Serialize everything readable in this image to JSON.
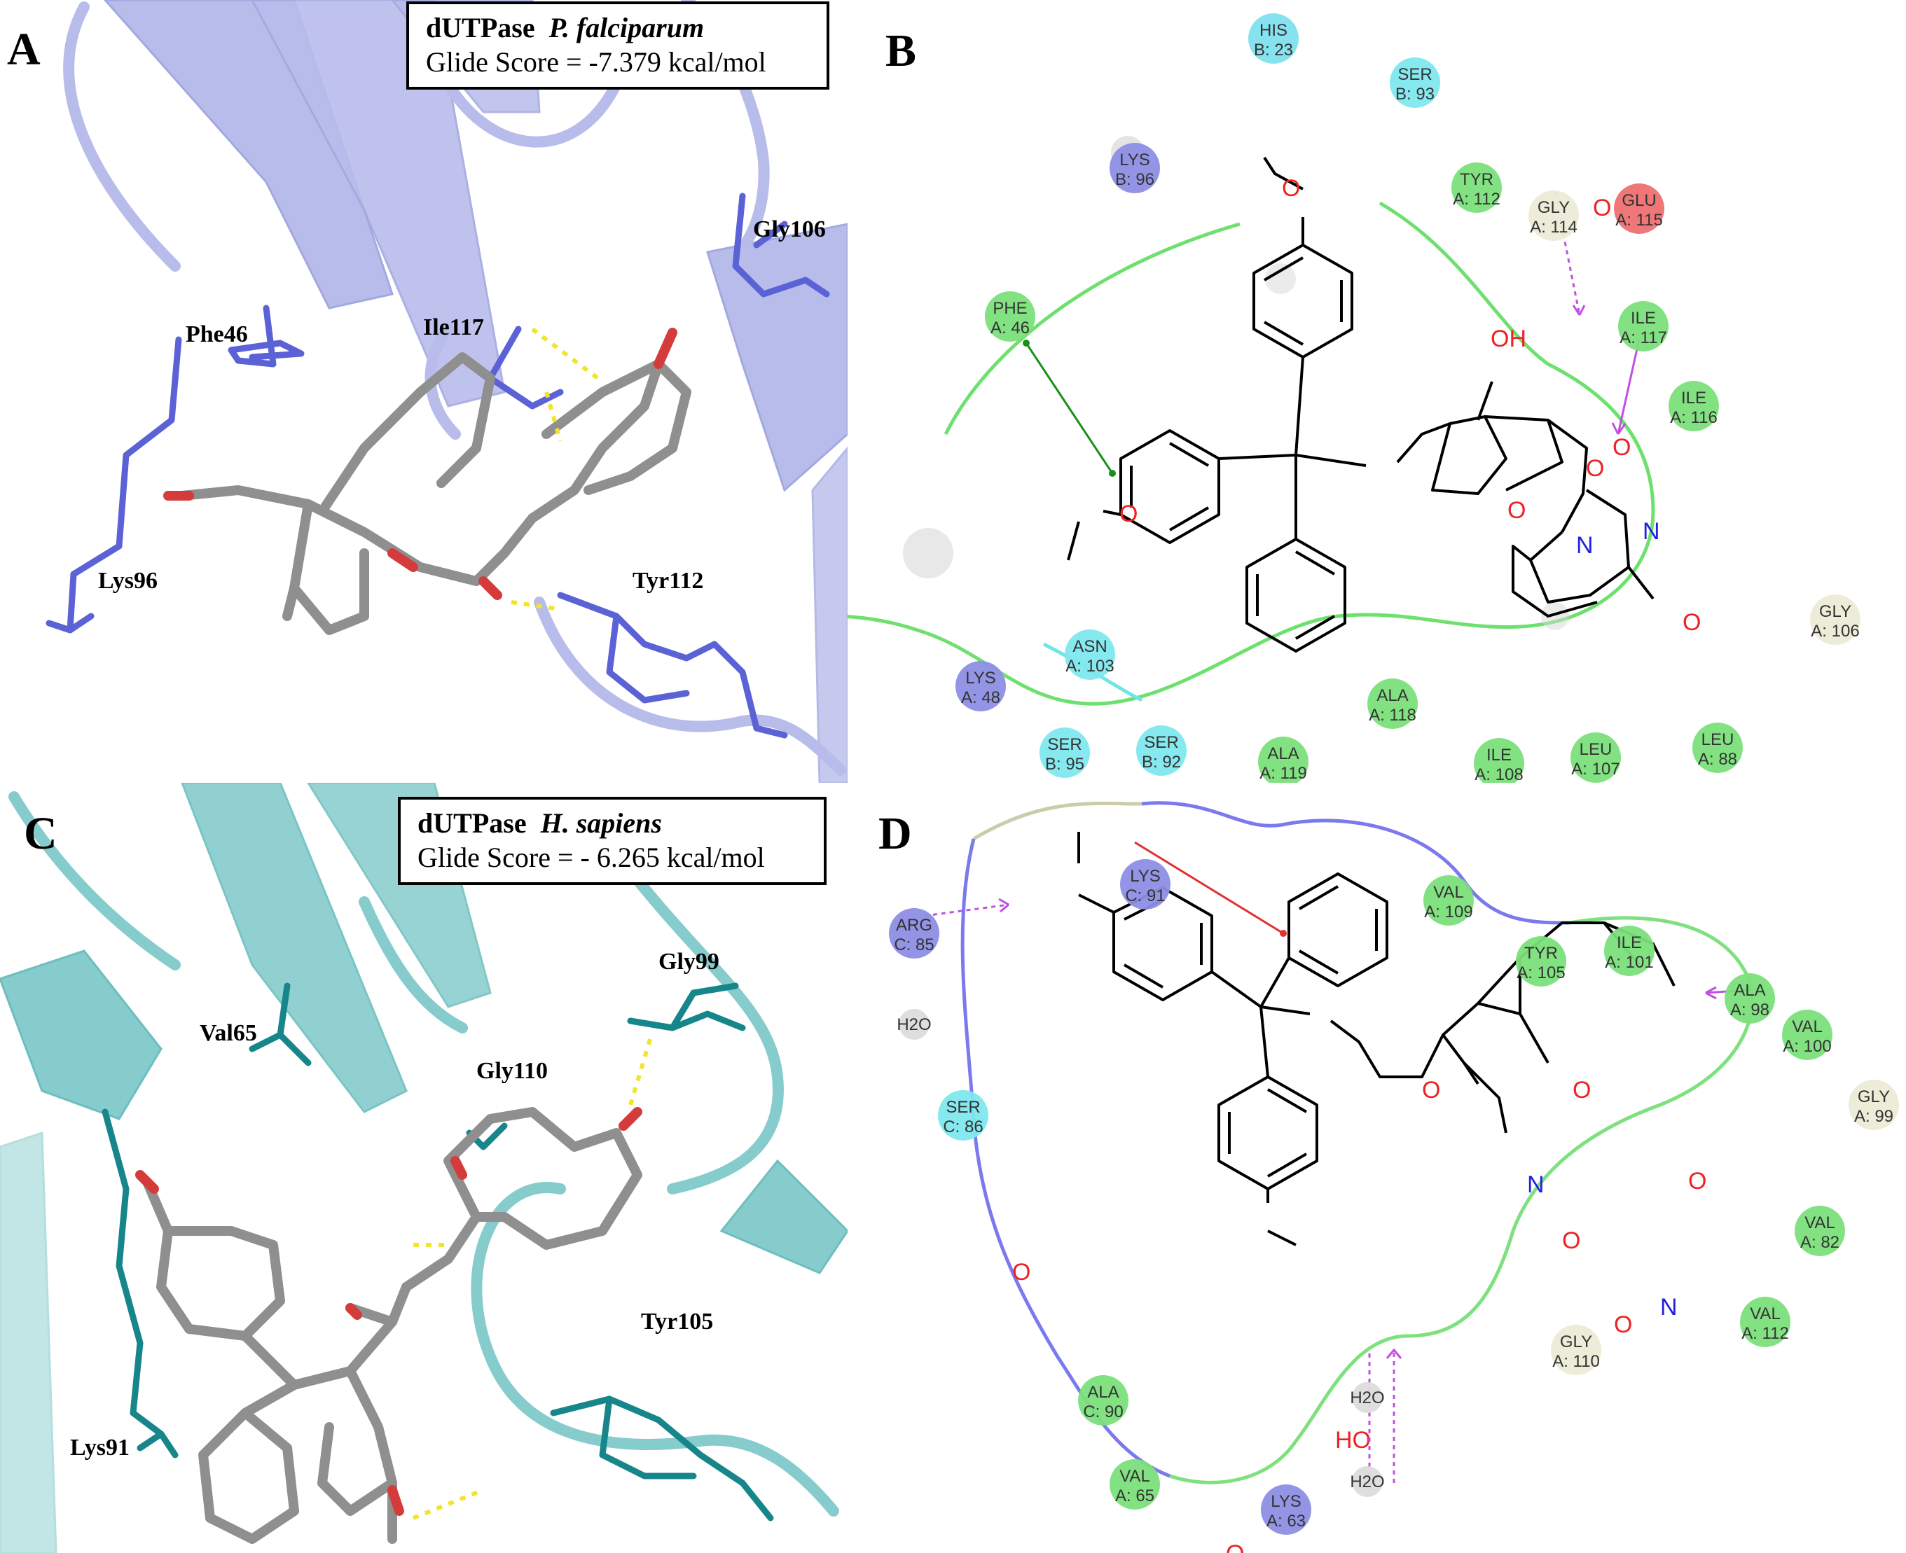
{
  "panels": {
    "A": {
      "letter": "A",
      "title_prefix": "dUTPase",
      "organism": "P. falciparum",
      "score": "Glide Score = -7.379 kcal/mol",
      "labels": {
        "gly106": "Gly106",
        "phe46": "Phe46",
        "ile117": "Ile117",
        "lys96": "Lys96",
        "tyr112": "Tyr112"
      }
    },
    "B": {
      "letter": "B",
      "atoms": {
        "oh": "OH",
        "o_ring": "O",
        "o_ether": "O",
        "o_fur": "O",
        "o_ox": "O",
        "n_link": "N",
        "n_im": "N",
        "o_carb": "O",
        "o_me1": "O",
        "o_me2": "O"
      },
      "residues": [
        {
          "name": "HIS",
          "id": "B: 23",
          "type": "pos"
        },
        {
          "name": "SER",
          "id": "B: 93",
          "type": "polar"
        },
        {
          "name": "LYS",
          "id": "B: 96",
          "type": "pos2"
        },
        {
          "name": "TYR",
          "id": "A: 112",
          "type": "hyd"
        },
        {
          "name": "GLY",
          "id": "A: 114",
          "type": "gly"
        },
        {
          "name": "GLU",
          "id": "A: 115",
          "type": "neg"
        },
        {
          "name": "PHE",
          "id": "A: 46",
          "type": "hyd"
        },
        {
          "name": "ILE",
          "id": "A: 117",
          "type": "hyd"
        },
        {
          "name": "ILE",
          "id": "A: 116",
          "type": "hyd"
        },
        {
          "name": "GLY",
          "id": "A: 106",
          "type": "gly"
        },
        {
          "name": "ASN",
          "id": "A: 103",
          "type": "polar"
        },
        {
          "name": "LYS",
          "id": "A: 48",
          "type": "pos2"
        },
        {
          "name": "ALA",
          "id": "A: 118",
          "type": "hyd"
        },
        {
          "name": "SER",
          "id": "B: 95",
          "type": "polar"
        },
        {
          "name": "SER",
          "id": "B: 92",
          "type": "polar"
        },
        {
          "name": "ALA",
          "id": "A: 119",
          "type": "hyd"
        },
        {
          "name": "ILE",
          "id": "A: 108",
          "type": "hyd"
        },
        {
          "name": "LEU",
          "id": "A: 107",
          "type": "hyd"
        },
        {
          "name": "LEU",
          "id": "A: 88",
          "type": "hyd"
        }
      ]
    },
    "C": {
      "letter": "C",
      "title_prefix": "dUTPase",
      "organism": "H. sapiens",
      "score": "Glide Score = - 6.265 kcal/mol",
      "labels": {
        "val65": "Val65",
        "gly99": "Gly99",
        "gly110": "Gly110",
        "lys91": "Lys91",
        "tyr105": "Tyr105"
      }
    },
    "D": {
      "letter": "D",
      "atoms": {
        "ho": "HO",
        "o_ring": "O",
        "o_ether": "O",
        "o_fur": "O",
        "o_ox": "O",
        "n_link": "N",
        "n_im": "N",
        "o_carb": "O",
        "o_me1": "O",
        "o_me2": "O"
      },
      "residues": [
        {
          "name": "LYS",
          "id": "C: 91",
          "type": "pos2"
        },
        {
          "name": "ARG",
          "id": "C: 85",
          "type": "pos2"
        },
        {
          "name": "H2O",
          "id": "",
          "type": "water"
        },
        {
          "name": "VAL",
          "id": "A: 109",
          "type": "hyd"
        },
        {
          "name": "TYR",
          "id": "A: 105",
          "type": "hyd"
        },
        {
          "name": "ILE",
          "id": "A: 101",
          "type": "hyd"
        },
        {
          "name": "ALA",
          "id": "A: 98",
          "type": "hyd"
        },
        {
          "name": "VAL",
          "id": "A: 100",
          "type": "hyd"
        },
        {
          "name": "SER",
          "id": "C: 86",
          "type": "polar"
        },
        {
          "name": "GLY",
          "id": "A: 99",
          "type": "gly"
        },
        {
          "name": "VAL",
          "id": "A: 82",
          "type": "hyd"
        },
        {
          "name": "VAL",
          "id": "A: 112",
          "type": "hyd"
        },
        {
          "name": "GLY",
          "id": "A: 110",
          "type": "gly"
        },
        {
          "name": "H2O",
          "id": "",
          "type": "water"
        },
        {
          "name": "ALA",
          "id": "C: 90",
          "type": "hyd"
        },
        {
          "name": "VAL",
          "id": "A: 65",
          "type": "hyd"
        },
        {
          "name": "LYS",
          "id": "A: 63",
          "type": "pos2"
        },
        {
          "name": "H2O",
          "id": "",
          "type": "water"
        }
      ]
    }
  },
  "colors": {
    "hyd": "#7be07b",
    "polar": "#7ee8ee",
    "pos": "#80e0ee",
    "pos2": "#8e8ee6",
    "neg": "#ee7070",
    "gly": "#ebebd6",
    "water": "#dcdcdc",
    "ribbonA": "#b8bcea",
    "stickA": "#5b62d6",
    "ribbonC": "#86cccc",
    "stickC": "#17868a"
  }
}
